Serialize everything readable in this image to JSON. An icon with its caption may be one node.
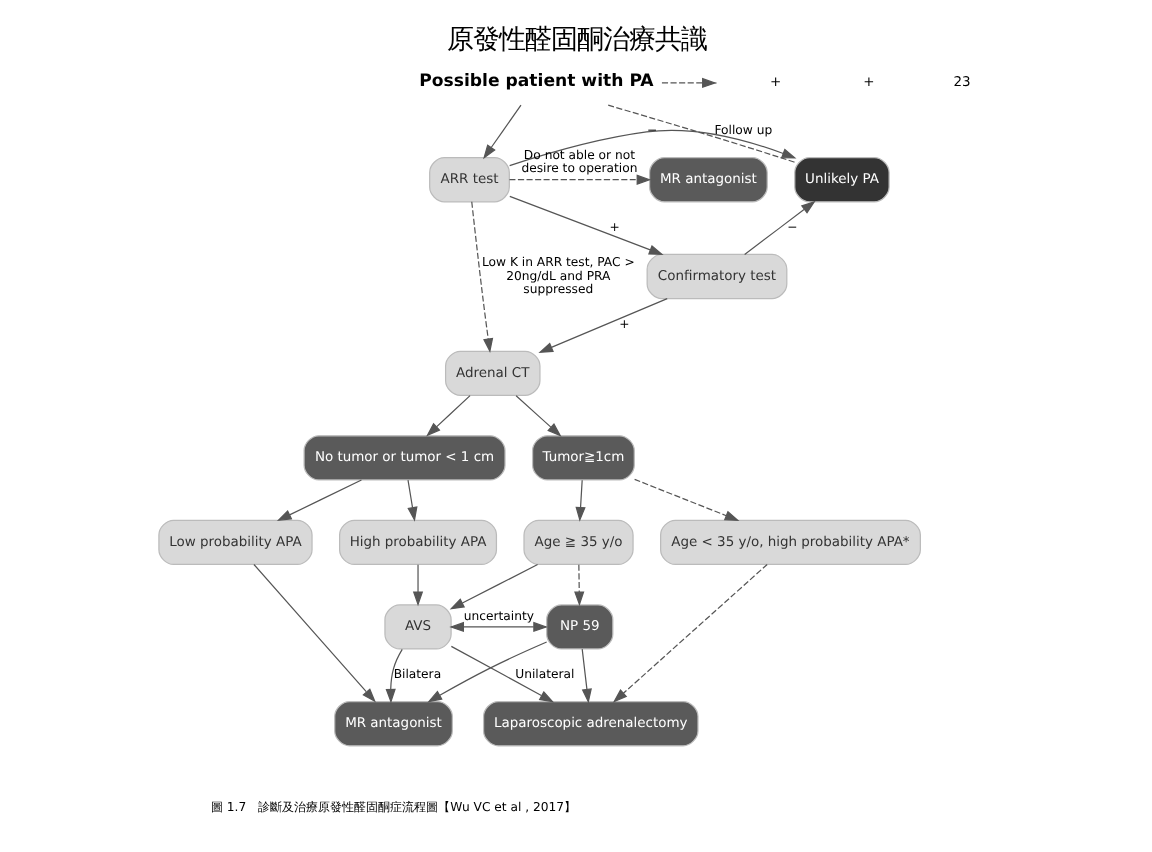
{
  "diagram": {
    "title": "原發性醛固酮治療共識",
    "caption": "圖 1.7　診斷及治療原發性醛固酮症流程圖【Wu VC et al , 2017】",
    "nodes": [
      {
        "text": [
          "Possible patient with PA"
        ]
      },
      {
        "text": [
          "ARR test"
        ]
      },
      {
        "text": [
          "Unlikely PA"
        ]
      },
      {
        "text": [
          "Confirmatory test"
        ]
      },
      {
        "text": [
          "Adrenal CT"
        ]
      },
      {
        "text": [
          "MR antagonist"
        ]
      },
      {
        "text": [
          "No tumor or tumor < 1 cm"
        ]
      },
      {
        "text": [
          "Tumor≧1cm"
        ]
      },
      {
        "text": [
          "Low probability APA"
        ]
      },
      {
        "text": [
          "High probability APA"
        ]
      },
      {
        "text": [
          "Age ≧ 35 y/o"
        ]
      },
      {
        "text": [
          "Age < 35 y/o, high probability APA*"
        ]
      },
      {
        "text": [
          "AVS"
        ]
      },
      {
        "text": [
          "NP 59"
        ]
      },
      {
        "text": [
          "MR antagonist"
        ]
      },
      {
        "text": [
          "Laparoscopic adrenalectomy"
        ]
      }
    ],
    "edges": [
      {
        "from": 0,
        "to": 1,
        "arrow": "to"
      },
      {
        "from": 0,
        "to": null,
        "arrow": "to",
        "style": "dashed"
      },
      {
        "from": 2,
        "to": 0,
        "arrow": "none",
        "style": "dashed",
        "label": "Follow up"
      },
      {
        "from": 1,
        "to": 2,
        "arrow": "to",
        "label": "−"
      },
      {
        "from": 3,
        "to": 2,
        "arrow": "to",
        "label": "−"
      },
      {
        "from": 1,
        "to": 3,
        "arrow": "to",
        "label": "+"
      },
      {
        "from": 3,
        "to": 4,
        "arrow": "to",
        "label": "+"
      },
      {
        "from": 1,
        "to": 5,
        "arrow": "to",
        "style": "dashed",
        "label": "Do not able or not desire to operation"
      },
      {
        "from": 1,
        "to": 4,
        "arrow": "to",
        "style": "dashed",
        "label": "Low K in ARR test, PAC > 20ng/dL and PRA suppressed"
      },
      {
        "from": 4,
        "to": 6,
        "arrow": "to"
      },
      {
        "from": 4,
        "to": 7,
        "arrow": "to"
      },
      {
        "from": 6,
        "to": 8,
        "arrow": "to"
      },
      {
        "from": 6,
        "to": 9,
        "arrow": "to"
      },
      {
        "from": 7,
        "to": 10,
        "arrow": "to"
      },
      {
        "from": 7,
        "to": 11,
        "arrow": "to",
        "style": "dashed"
      },
      {
        "from": 9,
        "to": 12,
        "arrow": "to"
      },
      {
        "from": 10,
        "to": 12,
        "arrow": "to"
      },
      {
        "from": 10,
        "to": 13,
        "arrow": "to",
        "style": "dashed"
      },
      {
        "from": 12,
        "to": 13,
        "arrow": "both",
        "label": "uncertainty"
      },
      {
        "from": 8,
        "to": 14,
        "arrow": "to"
      },
      {
        "from": 12,
        "to": 14,
        "arrow": "to",
        "label": "Bilatera"
      },
      {
        "from": 13,
        "to": 14,
        "arrow": "to"
      },
      {
        "from": 12,
        "to": 15,
        "arrow": "to",
        "label": "Unilateral"
      },
      {
        "from": 13,
        "to": 15,
        "arrow": "to"
      },
      {
        "from": 11,
        "to": 15,
        "arrow": "to",
        "style": "dashed"
      }
    ],
    "labels": [
      "+",
      "+",
      "23"
    ]
  }
}
